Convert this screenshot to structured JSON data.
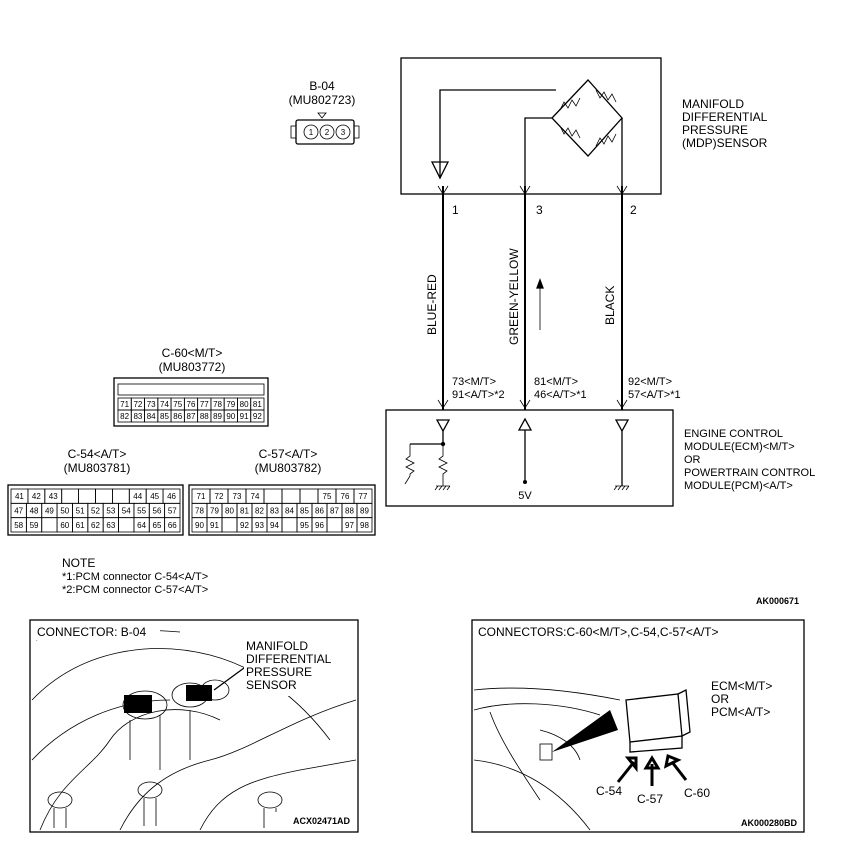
{
  "connector_b04": {
    "id": "B-04",
    "part": "(MU802723)",
    "pins": [
      "1",
      "2",
      "3"
    ]
  },
  "sensor": {
    "label_lines": [
      "MANIFOLD",
      "DIFFERENTIAL",
      "PRESSURE",
      "(MDP)SENSOR"
    ]
  },
  "terminals": [
    {
      "pin": "1",
      "wire": "BLUE-RED",
      "pcm_lines": [
        "73<M/T>",
        "91<A/T>*2"
      ]
    },
    {
      "pin": "3",
      "wire": "GREEN-YELLOW",
      "pcm_lines": [
        "81<M/T>",
        "46<A/T>*1"
      ]
    },
    {
      "pin": "2",
      "wire": "BLACK",
      "pcm_lines": [
        "92<M/T>",
        "57<A/T>*1"
      ]
    }
  ],
  "module": {
    "label_lines": [
      "ENGINE CONTROL",
      "MODULE(ECM)<M/T>",
      "OR",
      "POWERTRAIN CONTROL",
      "MODULE(PCM)<A/T>"
    ],
    "supply": "5V"
  },
  "c60": {
    "id": "C-60<M/T>",
    "part": "(MU803772)",
    "rows": [
      [
        "71",
        "72",
        "73",
        "74",
        "75",
        "76",
        "77",
        "78",
        "79",
        "80",
        "81"
      ],
      [
        "82",
        "83",
        "84",
        "85",
        "86",
        "87",
        "88",
        "89",
        "90",
        "91",
        "92"
      ]
    ]
  },
  "c54": {
    "id": "C-54<A/T>",
    "part": "(MU803781)",
    "rows": [
      [
        "41",
        "42",
        "43",
        "",
        "",
        "",
        "",
        "44",
        "45",
        "46"
      ],
      [
        "47",
        "48",
        "49",
        "50",
        "51",
        "52",
        "53",
        "54",
        "55",
        "56",
        "57"
      ],
      [
        "58",
        "59",
        "",
        "60",
        "61",
        "62",
        "63",
        "",
        "64",
        "65",
        "66"
      ]
    ]
  },
  "c57": {
    "id": "C-57<A/T>",
    "part": "(MU803782)",
    "rows": [
      [
        "71",
        "72",
        "73",
        "74",
        "",
        "",
        "",
        "75",
        "76",
        "77"
      ],
      [
        "78",
        "79",
        "80",
        "81",
        "82",
        "83",
        "84",
        "85",
        "86",
        "87",
        "88",
        "89"
      ],
      [
        "90",
        "91",
        "",
        "92",
        "93",
        "94",
        "",
        "95",
        "96",
        "",
        "97",
        "98"
      ]
    ]
  },
  "note": {
    "title": "NOTE",
    "lines": [
      "*1:PCM connector C-54<A/T>",
      "*2:PCM connector C-57<A/T>"
    ]
  },
  "ref_top": "AK000671",
  "photo_left": {
    "title": "CONNECTOR: B-04",
    "callout_lines": [
      "MANIFOLD",
      "DIFFERENTIAL",
      "PRESSURE",
      "SENSOR"
    ],
    "code": "ACX02471AD"
  },
  "photo_right": {
    "title": "CONNECTORS:C-60<M/T>,C-54,C-57<A/T>",
    "module_lines": [
      "ECM<M/T>",
      "OR",
      "PCM<A/T>"
    ],
    "arrows": [
      "C-54",
      "C-57",
      "C-60"
    ],
    "code": "AK000280BD"
  }
}
